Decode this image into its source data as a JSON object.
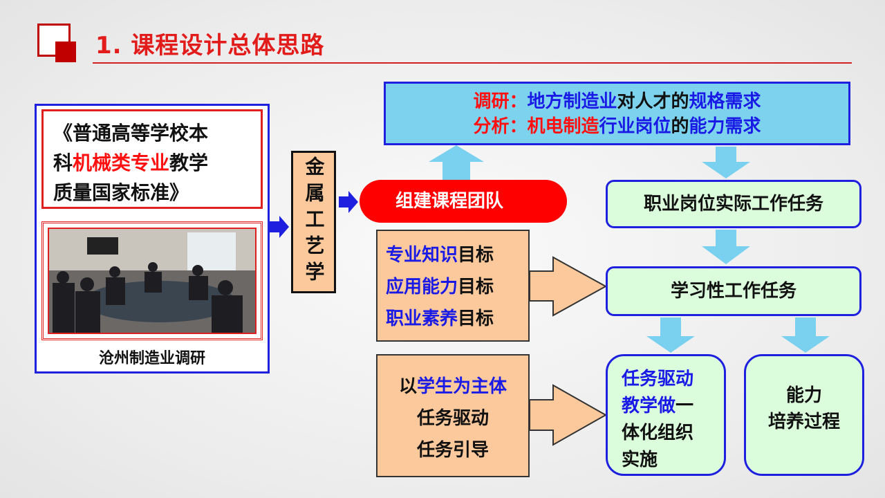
{
  "header": {
    "title": "1. 课程设计总体思路",
    "accent": "#e21b1b"
  },
  "standard": {
    "segments": [
      {
        "text": "《普通高等学校本",
        "color": "blk"
      },
      {
        "text": "科",
        "color": "blk"
      },
      {
        "text": "机械类专业",
        "color": "red"
      },
      {
        "text": "教学",
        "color": "blk"
      },
      {
        "text": "质量国家标准》",
        "color": "blk"
      }
    ]
  },
  "photo": {
    "caption": "沧州制造业调研"
  },
  "course": {
    "label": "金属工艺学",
    "chars": [
      "金",
      "属",
      "工",
      "艺",
      "学"
    ]
  },
  "team": {
    "label": "组建课程团队"
  },
  "research": {
    "line1": [
      {
        "text": "调研：",
        "color": "red"
      },
      {
        "text": "地方制造业",
        "color": "blue"
      },
      {
        "text": "对人才的",
        "color": "blk"
      },
      {
        "text": "规格需求",
        "color": "blue"
      }
    ],
    "line2": [
      {
        "text": "分析：",
        "color": "red"
      },
      {
        "text": "机电制造",
        "color": "red"
      },
      {
        "text": "行业岗位",
        "color": "blue"
      },
      {
        "text": "的",
        "color": "blk"
      },
      {
        "text": "能力需求",
        "color": "blue"
      }
    ]
  },
  "tasks": {
    "job": "职业岗位实际工作任务",
    "learning": "学习性工作任务",
    "drive": [
      {
        "text": "任务驱动",
        "color": "blue"
      },
      {
        "text": "教学做",
        "color": "blue"
      },
      {
        "text": "一",
        "color": "blk"
      },
      {
        "text": "体化组织",
        "color": "blk"
      },
      {
        "text": "实施",
        "color": "blk"
      }
    ],
    "ability_line1": "能力",
    "ability_line2": "培养过程"
  },
  "goals": [
    {
      "highlight": "专业知识",
      "rest": "目标"
    },
    {
      "highlight": "应用能力",
      "rest": "目标"
    },
    {
      "highlight": "职业素养",
      "rest": "目标"
    }
  ],
  "methods": {
    "line1_prefix": "以",
    "line1_highlight": "学生为主体",
    "line2": "任务驱动",
    "line3": "任务引导"
  }
}
